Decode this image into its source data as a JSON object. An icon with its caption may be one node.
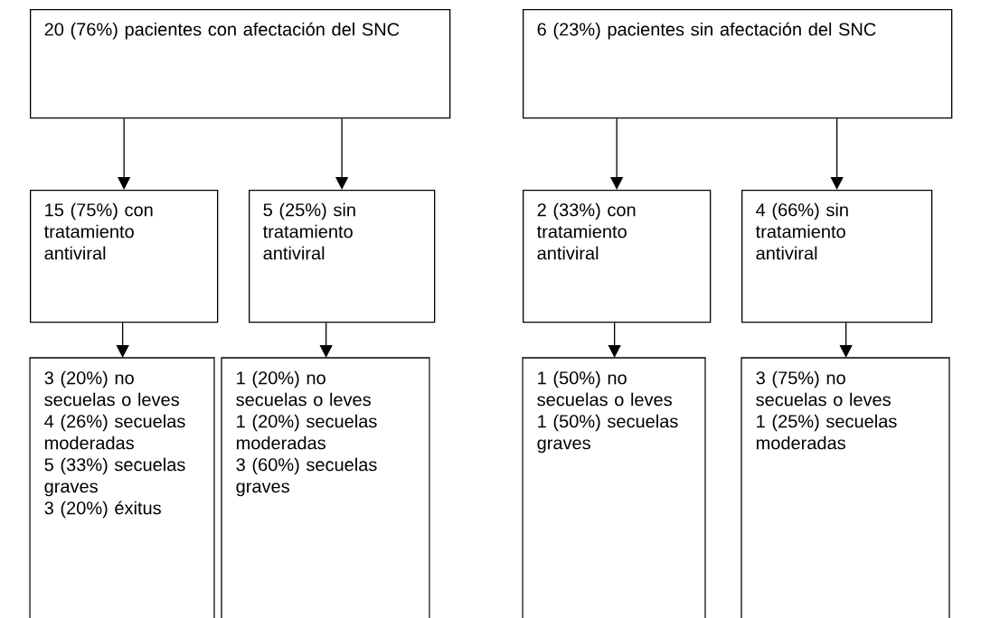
{
  "diagram": {
    "nodes": [
      {
        "text": [
          "20 (76%) pacientes con afectación del SNC"
        ]
      },
      {
        "text": [
          "6 (23%) pacientes sin afectación del SNC"
        ]
      },
      {
        "text": [
          "15 (75%) con tratamiento antiviral"
        ]
      },
      {
        "text": [
          "5 (25%) sin tratamiento antiviral"
        ]
      },
      {
        "text": [
          "2 (33%) con tratamiento antiviral"
        ]
      },
      {
        "text": [
          "4 (66%) sin tratamiento antiviral"
        ]
      },
      {
        "text": [
          "3 (20%) no secuelas o leves",
          "4 (26%) secuelas moderadas",
          "5 (33%) secuelas graves",
          "3 (20%) éxitus"
        ]
      },
      {
        "text": [
          "1 (20%) no secuelas o leves",
          "1 (20%) secuelas moderadas",
          "3 (60%) secuelas graves"
        ]
      },
      {
        "text": [
          "1 (50%) no secuelas o leves",
          "1 (50%) secuelas graves"
        ]
      },
      {
        "text": [
          "3 (75%) no secuelas o leves",
          "1 (25%) secuelas moderadas"
        ]
      }
    ],
    "edges": [
      {
        "from": 0,
        "to": 2,
        "arrow": "to"
      },
      {
        "from": 0,
        "to": 3,
        "arrow": "to"
      },
      {
        "from": 1,
        "to": 4,
        "arrow": "to"
      },
      {
        "from": 1,
        "to": 5,
        "arrow": "to"
      },
      {
        "from": 2,
        "to": 6,
        "arrow": "to"
      },
      {
        "from": 3,
        "to": 7,
        "arrow": "to"
      },
      {
        "from": 4,
        "to": 8,
        "arrow": "to"
      },
      {
        "from": 5,
        "to": 9,
        "arrow": "to"
      }
    ]
  }
}
